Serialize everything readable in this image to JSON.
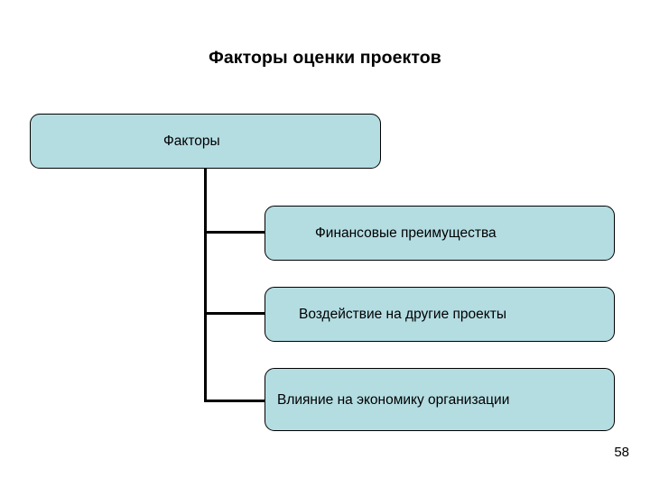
{
  "slide": {
    "title": "Факторы оценки проектов",
    "page_number": "58",
    "colors": {
      "node_fill": "#b4dde2",
      "node_border": "#000000",
      "connector": "#000000",
      "background": "#ffffff",
      "text": "#000000"
    }
  },
  "diagram": {
    "type": "hierarchy",
    "root": {
      "label": "Факторы"
    },
    "children": [
      {
        "label": "Финансовые преимущества"
      },
      {
        "label": "Воздействие на другие проекты"
      },
      {
        "label": "Влияние на экономику организации"
      }
    ]
  }
}
